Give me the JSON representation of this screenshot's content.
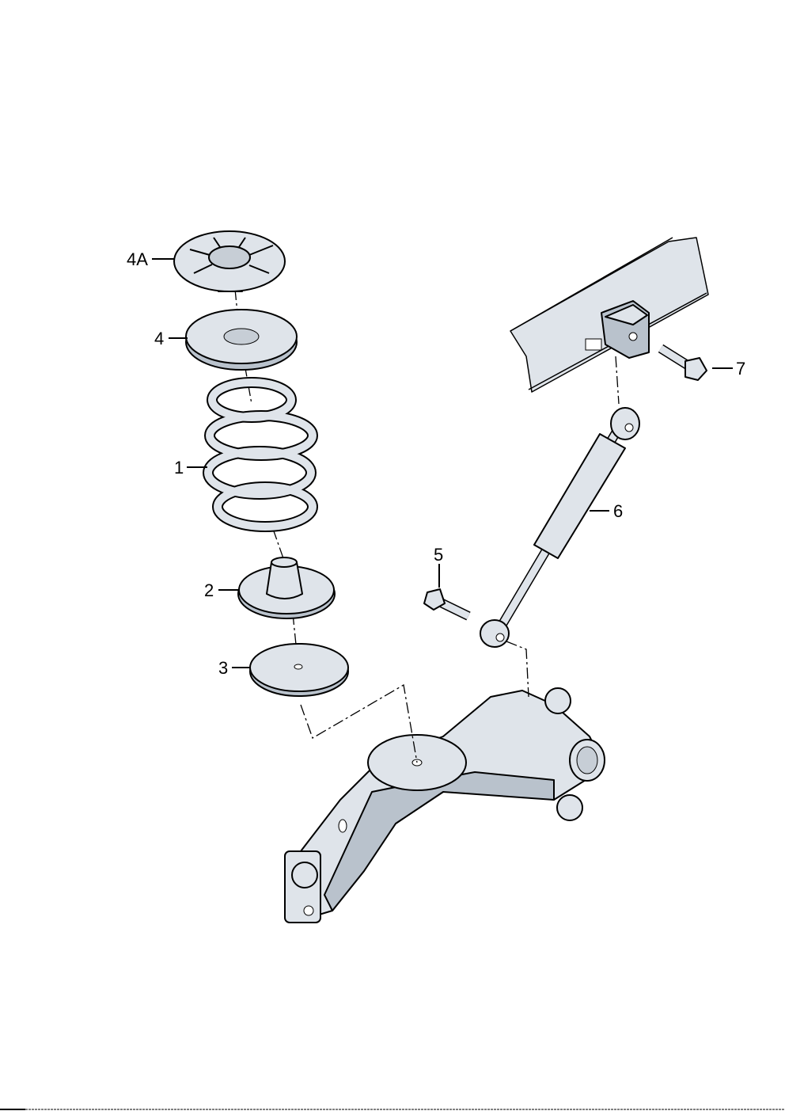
{
  "diagram": {
    "type": "exploded parts diagram - rear suspension spring and shock absorber",
    "callouts": [
      {
        "id": "4a",
        "label": "4A"
      },
      {
        "id": "4",
        "label": "4"
      },
      {
        "id": "1",
        "label": "1"
      },
      {
        "id": "2",
        "label": "2"
      },
      {
        "id": "3",
        "label": "3"
      },
      {
        "id": "5",
        "label": "5"
      },
      {
        "id": "6",
        "label": "6"
      },
      {
        "id": "7",
        "label": "7"
      }
    ]
  }
}
